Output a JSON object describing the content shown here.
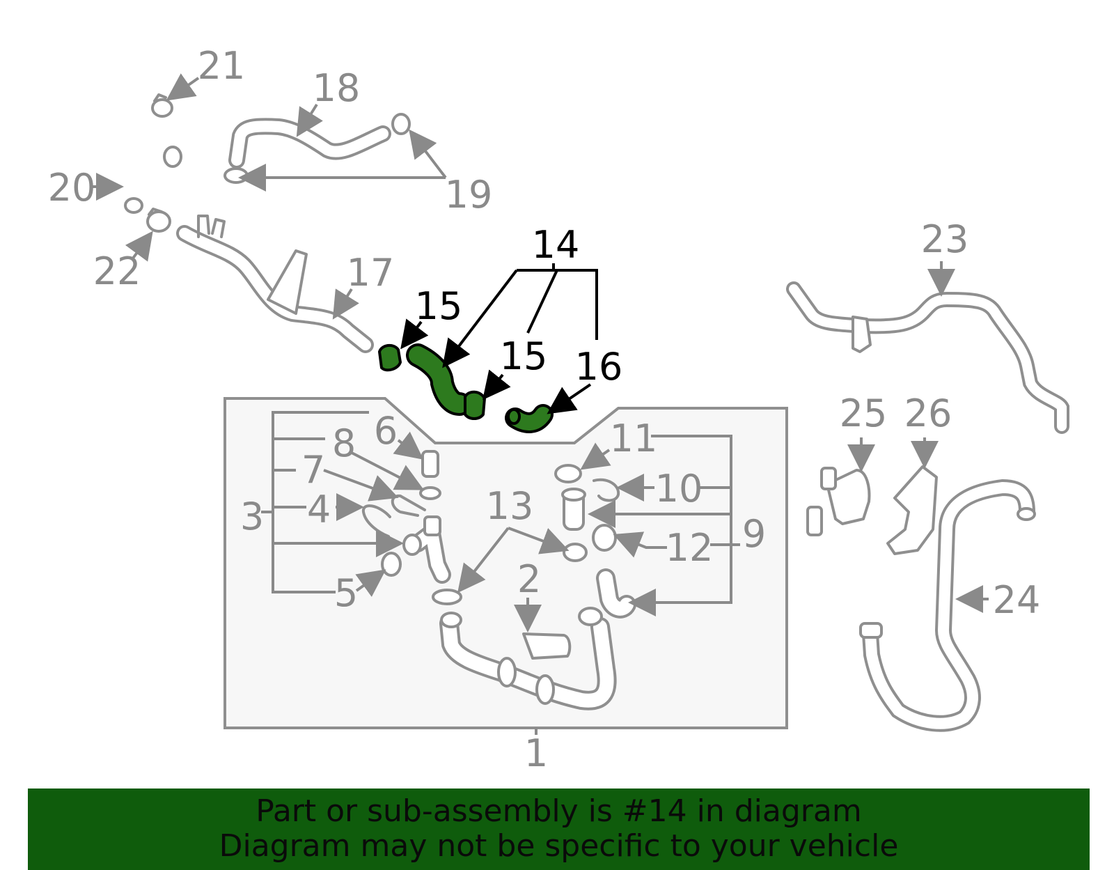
{
  "diagram": {
    "callouts": {
      "c1": "1",
      "c2": "2",
      "c3": "3",
      "c4": "4",
      "c5": "5",
      "c6": "6",
      "c7": "7",
      "c8": "8",
      "c9": "9",
      "c10": "10",
      "c11": "11",
      "c12": "12",
      "c13": "13",
      "c14": "14",
      "c15a": "15",
      "c15b": "15",
      "c16": "16",
      "c17": "17",
      "c18": "18",
      "c19": "19",
      "c20": "20",
      "c21": "21",
      "c22": "22",
      "c23": "23",
      "c24": "24",
      "c25": "25",
      "c26": "26"
    },
    "highlighted_part": "14",
    "colors": {
      "highlight_fill": "#2d7a1e",
      "part_stroke": "#8f8f8f",
      "banner_bg": "#0f5c0c"
    }
  },
  "banner": {
    "line1": "Part or sub-assembly is #14 in diagram",
    "line2": "Diagram may not be specific to your vehicle"
  }
}
